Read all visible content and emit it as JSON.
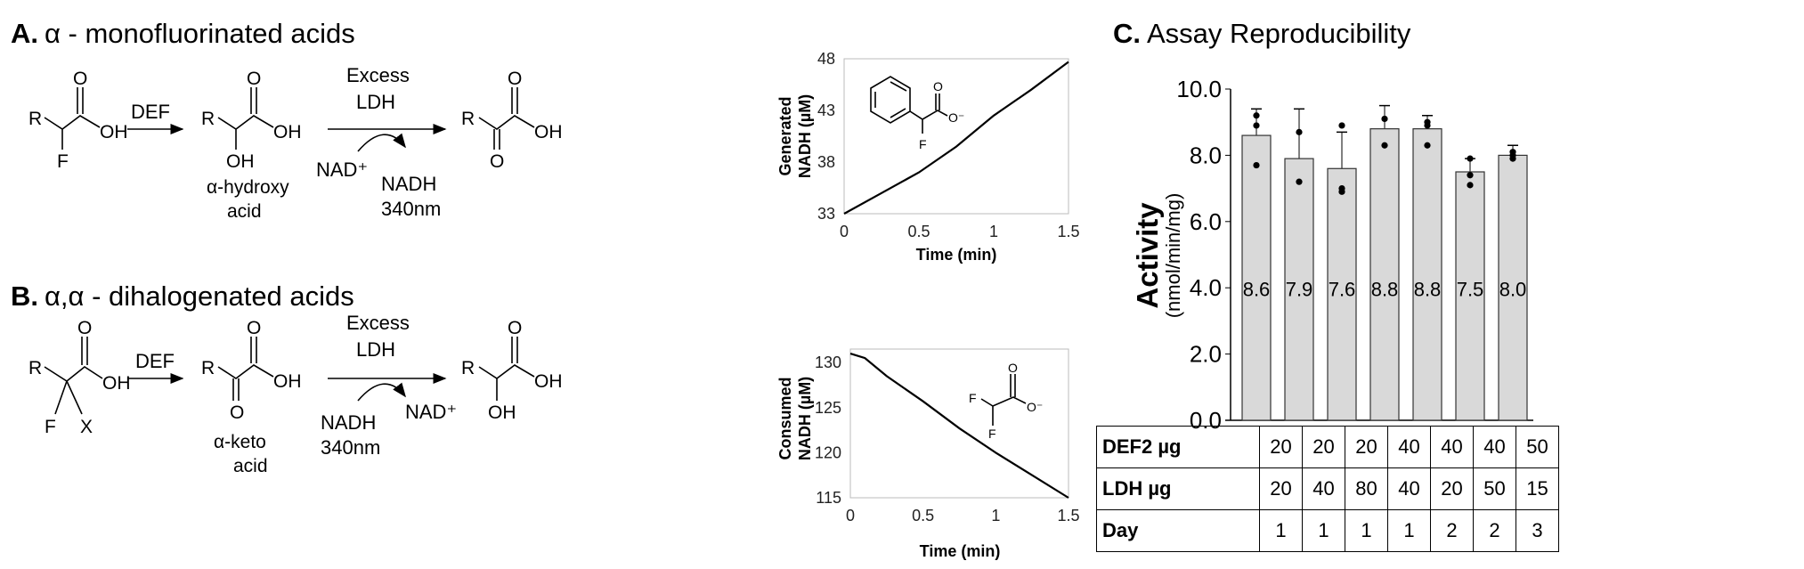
{
  "panel_a": {
    "letter": "A.",
    "title": "α - monofluorinated acids",
    "substrate": {
      "r": "R",
      "o": "O",
      "oh": "OH",
      "f": "F"
    },
    "step1": "DEF",
    "intermediate": {
      "r": "R",
      "o": "O",
      "oh": "OH",
      "oh2": "OH",
      "name1": "α-hydroxy",
      "name2": "acid"
    },
    "step2": {
      "line1": "Excess",
      "line2": "LDH",
      "cofactor_in": "NAD⁺",
      "cofactor_out": "NADH",
      "wavelength": "340nm"
    },
    "product": {
      "r": "R",
      "o": "O",
      "oh": "OH",
      "o2": "O"
    }
  },
  "panel_b": {
    "letter": "B.",
    "title": "α,α - dihalogenated acids",
    "substrate": {
      "r": "R",
      "o": "O",
      "oh": "OH",
      "f": "F",
      "x": "X"
    },
    "step1": "DEF",
    "intermediate": {
      "r": "R",
      "o": "O",
      "oh": "OH",
      "o2": "O",
      "name1": "α-keto",
      "name2": "acid"
    },
    "step2": {
      "line1": "Excess",
      "line2": "LDH",
      "cofactor_in": "NADH",
      "wavelength": "340nm",
      "cofactor_out": "NAD⁺"
    },
    "product": {
      "r": "R",
      "o": "O",
      "oh": "OH",
      "oh2": "OH"
    }
  },
  "panel_c": {
    "letter": "C.",
    "title": "Assay Reproducibility"
  },
  "chart_data": [
    {
      "type": "line",
      "ylabel1": "Generated",
      "ylabel2": "NADH (µM)",
      "xlabel": "Time (min)",
      "xlim": [
        0,
        1.5
      ],
      "ylim": [
        33,
        48
      ],
      "xticks": [
        "0",
        "0.5",
        "1",
        "1.5"
      ],
      "yticks": [
        "33",
        "38",
        "43",
        "48"
      ],
      "inset": {
        "f": "F",
        "o": "O",
        "o_minus": "O⁻"
      },
      "x": [
        0,
        0.25,
        0.5,
        0.75,
        1,
        1.25,
        1.5
      ],
      "y": [
        33,
        35,
        37,
        39.5,
        42.5,
        45,
        47.7
      ]
    },
    {
      "type": "line",
      "ylabel1": "Consumed",
      "ylabel2": "NADH (µM)",
      "xlabel": "Time (min)",
      "xlim": [
        0,
        1.5
      ],
      "ylim": [
        115,
        131.5
      ],
      "xticks": [
        "0",
        "0.5",
        "1",
        "1.5"
      ],
      "yticks": [
        "115",
        "120",
        "125",
        "130"
      ],
      "inset": {
        "f1": "F",
        "f2": "F",
        "o": "O",
        "o_minus": "O⁻"
      },
      "x": [
        0,
        0.1,
        0.25,
        0.5,
        0.75,
        1,
        1.25,
        1.5
      ],
      "y": [
        131,
        130.5,
        128.5,
        125.7,
        122.7,
        120,
        117.5,
        115
      ]
    },
    {
      "type": "bar",
      "ylabel": "Activity",
      "ylabel_units": "(nmol/min/mg)",
      "ylim": [
        0,
        10
      ],
      "yticks": [
        "0.0",
        "2.0",
        "4.0",
        "6.0",
        "8.0",
        "10.0"
      ],
      "values": [
        8.6,
        7.9,
        7.6,
        8.8,
        8.8,
        7.5,
        8.0
      ],
      "labels": [
        "8.6",
        "7.9",
        "7.6",
        "8.8",
        "8.8",
        "7.5",
        "8.0"
      ],
      "error_upper": [
        9.4,
        9.4,
        8.7,
        9.5,
        9.2,
        7.9,
        8.3
      ],
      "points": [
        [
          9.2,
          8.9,
          7.7
        ],
        [
          8.7,
          7.2
        ],
        [
          8.9,
          7.0,
          6.9
        ],
        [
          9.1,
          8.3
        ],
        [
          9.0,
          8.9,
          8.3
        ],
        [
          7.9,
          7.4,
          7.1
        ],
        [
          8.1,
          8.0,
          7.9
        ]
      ],
      "bar_color": "#d9d9d9",
      "table": [
        {
          "label": "DEF2 µg",
          "values": [
            "20",
            "20",
            "20",
            "40",
            "40",
            "40",
            "50"
          ]
        },
        {
          "label": "LDH µg",
          "values": [
            "20",
            "40",
            "80",
            "40",
            "20",
            "50",
            "15"
          ]
        },
        {
          "label": "Day",
          "values": [
            "1",
            "1",
            "1",
            "1",
            "2",
            "2",
            "3"
          ]
        }
      ]
    }
  ]
}
